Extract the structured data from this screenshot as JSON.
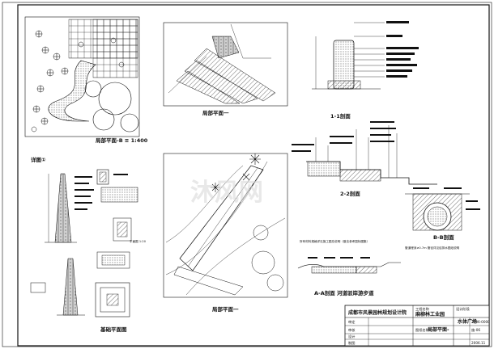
{
  "colors": {
    "line": "#111111",
    "paper": "#ffffff",
    "watermark": "#d9d9d9"
  },
  "views": {
    "plan_local_b": "局部平面-B ≡ 1:400",
    "plan_local_top": "局部平面一",
    "plan_local_bottom": "局部平面一",
    "section_1_1": "1-1剖面",
    "section_2_2": "2-2剖面",
    "section_b_b": "B-B剖面",
    "section_a_a": "A-A剖面 河道驳岸游步道",
    "elevation_left": "详图①",
    "detail_bottom": "基础平面图",
    "detail_plan_small": "平面图 1:20"
  },
  "notes": {
    "main_note": "所有材料规格详见施工图总说明（做法参考国标图集）",
    "bb_note": "管道埋深≥0.7m 管径详见给排水图纸说明"
  },
  "title_block": {
    "institute": "成都市风景园林规划设计院",
    "project_label": "工程名称",
    "project_name": "麻柳林工业园",
    "drawing_label": "图纸名称",
    "drawing_name": "局部平面-",
    "sheet_cell": "水体广场",
    "design_stage": "设计阶段",
    "row_labels": [
      "审定",
      "审核",
      "设计",
      "制图"
    ],
    "codes": [
      "2006-0000",
      "施-06",
      "2006.11"
    ]
  },
  "watermark": "沐风网"
}
